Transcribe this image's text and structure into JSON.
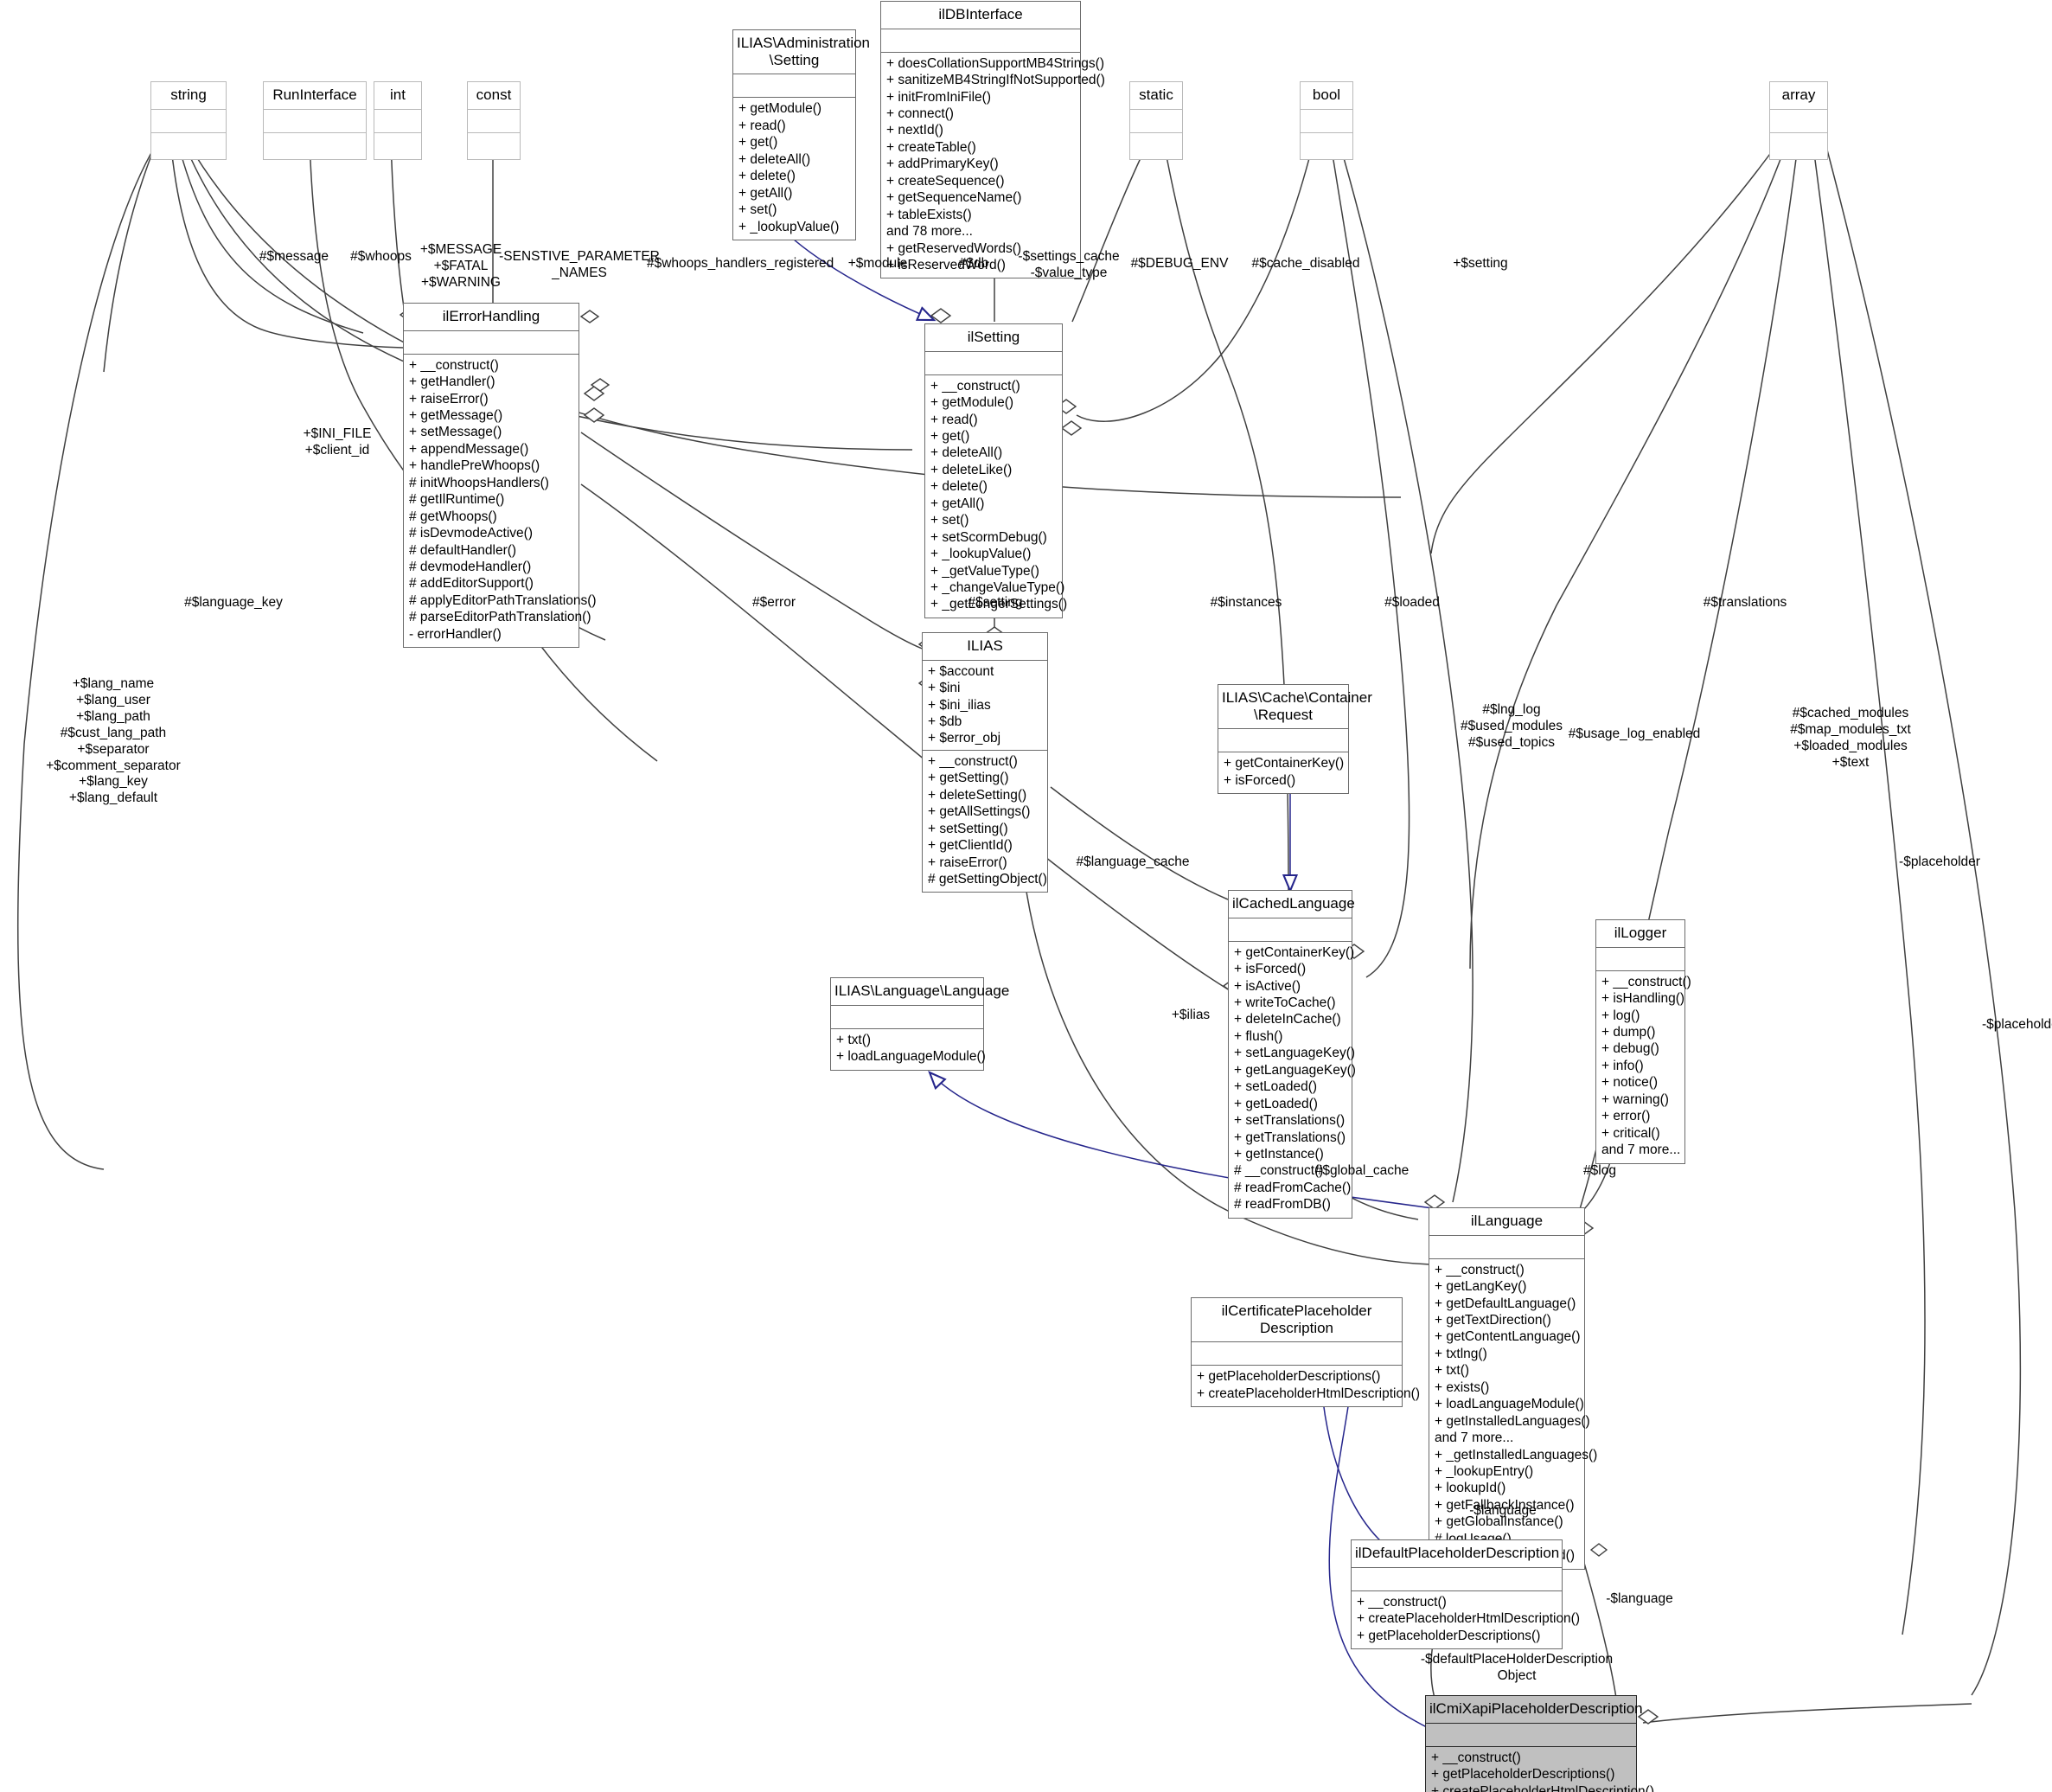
{
  "diagram": {
    "type": "uml-class-diagram",
    "title": "ilCmiXapiPlaceholderDescription collaboration diagram",
    "highlighted_class": "ilCmiXapiPlaceholderDescription"
  },
  "classes": [
    {
      "id": "string",
      "name": "string",
      "style": "plain",
      "attributes": [],
      "operations": []
    },
    {
      "id": "runinterface",
      "name": "RunInterface",
      "style": "plain",
      "attributes": [],
      "operations": []
    },
    {
      "id": "int",
      "name": "int",
      "style": "plain",
      "attributes": [],
      "operations": []
    },
    {
      "id": "const",
      "name": "const",
      "style": "plain",
      "attributes": [],
      "operations": []
    },
    {
      "id": "static",
      "name": "static",
      "style": "plain",
      "attributes": [],
      "operations": []
    },
    {
      "id": "bool",
      "name": "bool",
      "style": "plain",
      "attributes": [],
      "operations": []
    },
    {
      "id": "array",
      "name": "array",
      "style": "plain",
      "attributes": [],
      "operations": []
    },
    {
      "id": "adminsetting",
      "name": "ILIAS\\Administration\n\\Setting",
      "style": "normal",
      "attributes": [],
      "operations": [
        "+ getModule()",
        "+ read()",
        "+ get()",
        "+ deleteAll()",
        "+ delete()",
        "+ getAll()",
        "+ set()",
        "+ _lookupValue()"
      ]
    },
    {
      "id": "ildbinterface",
      "name": "ilDBInterface",
      "style": "normal",
      "attributes": [],
      "operations": [
        "+ doesCollationSupportMB4Strings()",
        "+ sanitizeMB4StringIfNotSupported()",
        "+ initFromIniFile()",
        "+ connect()",
        "+ nextId()",
        "+ createTable()",
        "+ addPrimaryKey()",
        "+ createSequence()",
        "+ getSequenceName()",
        "+ tableExists()",
        "and 78 more...",
        "+ getReservedWords()",
        "+ isReservedWord()"
      ]
    },
    {
      "id": "ilerrorhandling",
      "name": "ilErrorHandling",
      "style": "normal",
      "attributes": [],
      "operations": [
        "+ __construct()",
        "+ getHandler()",
        "+ raiseError()",
        "+ getMessage()",
        "+ setMessage()",
        "+ appendMessage()",
        "+ handlePreWhoops()",
        "# initWhoopsHandlers()",
        "# getIlRuntime()",
        "# getWhoops()",
        "# isDevmodeActive()",
        "# defaultHandler()",
        "# devmodeHandler()",
        "# addEditorSupport()",
        "# applyEditorPathTranslations()",
        "# parseEditorPathTranslation()",
        "- errorHandler()"
      ]
    },
    {
      "id": "ilsetting",
      "name": "ilSetting",
      "style": "normal",
      "attributes": [],
      "operations": [
        "+ __construct()",
        "+ getModule()",
        "+ read()",
        "+ get()",
        "+ deleteAll()",
        "+ deleteLike()",
        "+ delete()",
        "+ getAll()",
        "+ set()",
        "+ setScormDebug()",
        "+ _lookupValue()",
        "+ _getValueType()",
        "+ _changeValueType()",
        "+ _getLongerSettings()"
      ]
    },
    {
      "id": "ilias",
      "name": "ILIAS",
      "style": "normal",
      "attributes": [
        "+ $account",
        "+ $ini",
        "+ $ini_ilias",
        "+ $db",
        "+ $error_obj"
      ],
      "operations": [
        "+ __construct()",
        "+ getSetting()",
        "+ deleteSetting()",
        "+ getAllSettings()",
        "+ setSetting()",
        "+ getClientId()",
        "+ raiseError()",
        "# getSettingObject()"
      ]
    },
    {
      "id": "cachecontainerrequest",
      "name": "ILIAS\\Cache\\Container\n\\Request",
      "style": "normal",
      "attributes": [],
      "operations": [
        "+ getContainerKey()",
        "+ isForced()"
      ]
    },
    {
      "id": "ilcachedlanguage",
      "name": "ilCachedLanguage",
      "style": "normal",
      "attributes": [],
      "operations": [
        "+ getContainerKey()",
        "+ isForced()",
        "+ isActive()",
        "+ writeToCache()",
        "+ deleteInCache()",
        "+ flush()",
        "+ setLanguageKey()",
        "+ getLanguageKey()",
        "+ setLoaded()",
        "+ getLoaded()",
        "+ setTranslations()",
        "+ getTranslations()",
        "+ getInstance()",
        "# __construct()",
        "# readFromCache()",
        "# readFromDB()"
      ]
    },
    {
      "id": "ilaslanguage",
      "name": "ILIAS\\Language\\Language",
      "style": "normal",
      "attributes": [],
      "operations": [
        "+ txt()",
        "+ loadLanguageModule()"
      ]
    },
    {
      "id": "illogger",
      "name": "ilLogger",
      "style": "normal",
      "attributes": [],
      "operations": [
        "+ __construct()",
        "+ isHandling()",
        "+ log()",
        "+ dump()",
        "+ debug()",
        "+ info()",
        "+ notice()",
        "+ warning()",
        "+ error()",
        "+ critical()",
        "and 7 more..."
      ]
    },
    {
      "id": "illanguage",
      "name": "ilLanguage",
      "style": "normal",
      "attributes": [],
      "operations": [
        "+ __construct()",
        "+ getLangKey()",
        "+ getDefaultLanguage()",
        "+ getTextDirection()",
        "+ getContentLanguage()",
        "+ txtlng()",
        "+ txt()",
        "+ exists()",
        "+ loadLanguageModule()",
        "+ getInstalledLanguages()",
        "and 7 more...",
        "+ _getInstalledLanguages()",
        "+ _lookupEntry()",
        "+ lookupId()",
        "+ getFallbackInstance()",
        "+ getGlobalInstance()",
        "# logUsage()",
        "# isUsageLogEnabled()"
      ]
    },
    {
      "id": "ilcertificateplaceholderdescription",
      "name": "ilCertificatePlaceholder\nDescription",
      "style": "normal",
      "attributes": [],
      "operations": [
        "+ getPlaceholderDescriptions()",
        "+ createPlaceholderHtmlDescription()"
      ]
    },
    {
      "id": "ildefaultplaceholderdescription",
      "name": "ilDefaultPlaceholderDescription",
      "style": "normal",
      "attributes": [],
      "operations": [
        "+ __construct()",
        "+ createPlaceholderHtmlDescription()",
        "+ getPlaceholderDescriptions()"
      ]
    },
    {
      "id": "ilcmixapiplaceholderdescription",
      "name": "ilCmiXapiPlaceholderDescription",
      "style": "selected",
      "attributes": [],
      "operations": [
        "+ __construct()",
        "+ getPlaceholderDescriptions()",
        "+ createPlaceholderHtmlDescription()"
      ]
    }
  ],
  "edge_labels": [
    {
      "id": "lbl-message",
      "text": "#$message"
    },
    {
      "id": "lbl-whoops",
      "text": "#$whoops"
    },
    {
      "id": "lbl-msgconst",
      "text": "+$MESSAGE\n+$FATAL\n+$WARNING"
    },
    {
      "id": "lbl-sensitive",
      "text": "-SENSTIVE_PARAMETER\n_NAMES"
    },
    {
      "id": "lbl-whoopsreg",
      "text": "#$whoops_handlers_registered"
    },
    {
      "id": "lbl-module",
      "text": "+$module"
    },
    {
      "id": "lbl-db",
      "text": "#$db"
    },
    {
      "id": "lbl-settings-cache",
      "text": "-$settings_cache\n-$value_type"
    },
    {
      "id": "lbl-debugenv",
      "text": "#$DEBUG_ENV"
    },
    {
      "id": "lbl-cachedis",
      "text": "#$cache_disabled"
    },
    {
      "id": "lbl-setting-top",
      "text": "+$setting"
    },
    {
      "id": "lbl-inifile",
      "text": "+$INI_FILE\n+$client_id"
    },
    {
      "id": "lbl-langkey",
      "text": "#$language_key"
    },
    {
      "id": "lbl-error",
      "text": "#$error"
    },
    {
      "id": "lbl-setting2",
      "text": "#$setting"
    },
    {
      "id": "lbl-instances",
      "text": "#$instances"
    },
    {
      "id": "lbl-loaded",
      "text": "#$loaded"
    },
    {
      "id": "lbl-translations",
      "text": "#$translations"
    },
    {
      "id": "lbl-langprops",
      "text": "+$lang_name\n+$lang_user\n+$lang_path\n#$cust_lang_path\n+$separator\n+$comment_separator\n+$lang_key\n+$lang_default"
    },
    {
      "id": "lbl-lnglog",
      "text": "#$lng_log\n#$used_modules\n#$used_topics"
    },
    {
      "id": "lbl-usagelog",
      "text": "#$usage_log_enabled"
    },
    {
      "id": "lbl-cachedmod",
      "text": "#$cached_modules\n#$map_modules_txt\n+$loaded_modules\n+$text"
    },
    {
      "id": "lbl-placeholder1",
      "text": "-$placeholder"
    },
    {
      "id": "lbl-placeholder2",
      "text": "-$placeholder"
    },
    {
      "id": "lbl-langcache",
      "text": "#$language_cache"
    },
    {
      "id": "lbl-ilias",
      "text": "+$ilias"
    },
    {
      "id": "lbl-globalcache",
      "text": "#$global_cache"
    },
    {
      "id": "lbl-log",
      "text": "#$log"
    },
    {
      "id": "lbl-language1",
      "text": "-$language"
    },
    {
      "id": "lbl-language2",
      "text": "-$language"
    },
    {
      "id": "lbl-defaultph",
      "text": "-$defaultPlaceHolderDescription\nObject"
    }
  ],
  "colors": {
    "box_border": "#6b6b6b",
    "plain_border": "#b9b9b9",
    "highlight_fill": "#c0c0c0",
    "edge_dark": "#404040",
    "edge_inherit": "#26268c",
    "text": "#000000"
  }
}
